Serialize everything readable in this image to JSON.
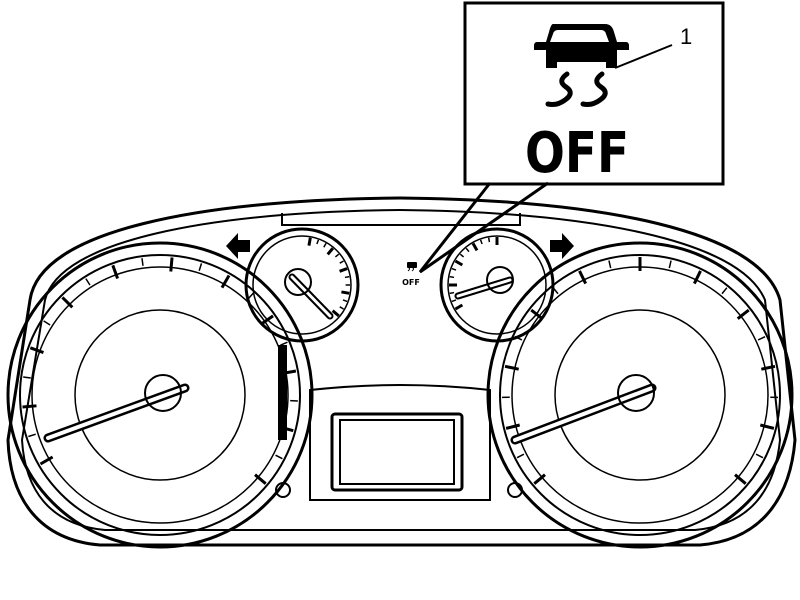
{
  "callout": {
    "number": "1",
    "label": "OFF",
    "icon": "traction-control-off-icon"
  },
  "cluster": {
    "small_label": "OFF",
    "left_arrow_icon": "turn-signal-left-icon",
    "right_arrow_icon": "turn-signal-right-icon"
  }
}
